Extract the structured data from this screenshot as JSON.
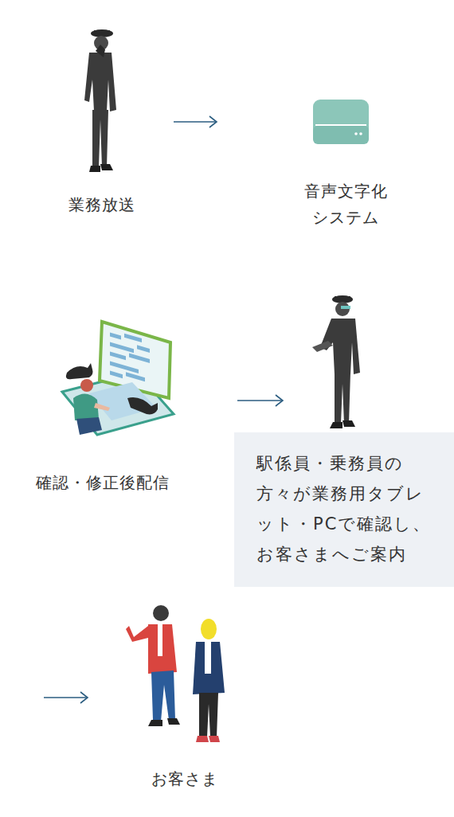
{
  "diagram": {
    "nodes": [
      {
        "text": [
          "業務放送"
        ]
      },
      {
        "text": [
          "音声文字化 システム"
        ]
      },
      {
        "text": [
          "確認・修正後配信"
        ]
      },
      {
        "text": [
          "駅係員・乗務員の方々が業務用タブレット・PCで確認し、お客さまへご案内"
        ]
      },
      {
        "text": [
          "お客さま"
        ]
      }
    ],
    "edges": [
      {
        "from": 0,
        "to": 1,
        "arrow": "to"
      },
      {
        "from": 2,
        "to": 3,
        "arrow": "to"
      }
    ]
  }
}
